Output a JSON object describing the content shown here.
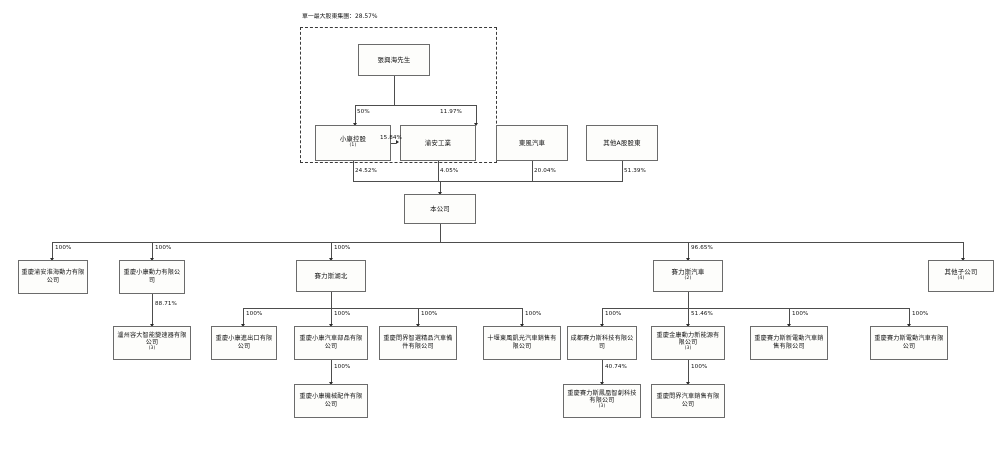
{
  "diagram": {
    "title": "單一最大股東集團：28.57%",
    "shareholder_group_label": "單一最大股東集團：28.57%",
    "nodes": {
      "founder": "張興海先生",
      "xiaokang_holding": "小康控股",
      "xiaokang_holding_note": "(1)",
      "yuan_industry": "渝安工業",
      "dongfeng": "東風汽車",
      "other_a_shareholders": "其他A股股東",
      "company": "本公司",
      "cq_yuanhuai_power": "重慶渝安淮海動力有限公司",
      "cq_xiaokang_power": "重慶小康動力有限公司",
      "seres_hubei": "賽力斯湖北",
      "seres_auto": "賽力斯汽車",
      "seres_auto_note": "(2)",
      "other_subsidiaries": "其他子公司",
      "other_subsidiaries_note": "(4)",
      "luzhou_rongda": "瀘州容大智能變速器有限公司",
      "luzhou_rongda_note": "(3)",
      "cq_xiaokang_import_export": "重慶小康進出口有限公司",
      "cq_xiaokang_auto_parts": "重慶小康汽車部品有限公司",
      "cq_wenjie_zhixuan": "重慶問界智選精品汽車備件有限公司",
      "shiyan_dongfeng": "十堰東風凱光汽車銷售有限公司",
      "cd_seres_tech": "成都賽力斯科技有限公司",
      "cq_jinkang_power_new_energy": "重慶金康動力新能源有限公司",
      "cq_jinkang_power_new_energy_note": "(3)",
      "cq_seres_new_ev_sales": "重慶賽力斯新電動汽車銷售有限公司",
      "cq_seres_ev": "重慶賽力斯電動汽車有限公司",
      "cq_xiaokang_machinery": "重慶小康機械配件有限公司",
      "cq_seres_fenghuang": "重慶賽力斯鳳凰智創科技有限公司",
      "cq_seres_fenghuang_note": "(3)",
      "cq_wenjie_auto_sales": "重慶問界汽車銷售有限公司"
    },
    "edges": {
      "founder_to_xiaokang_holding": "50%",
      "founder_to_yuan_industry": "11.97%",
      "xiaokang_holding_to_yuan_industry": "15.84%",
      "xiaokang_holding_to_company": "24.52%",
      "yuan_industry_to_company": "4.05%",
      "dongfeng_to_company": "20.04%",
      "other_a_to_company": "51.39%",
      "company_to_yuanhuai": "100%",
      "company_to_xiaokang_power": "100%",
      "company_to_seres_hubei": "100%",
      "company_to_seres_auto": "96.65%",
      "company_to_other_subsidiaries": "",
      "xiaokang_power_to_luzhou": "88.71%",
      "seres_hubei_to_import_export": "100%",
      "seres_hubei_to_auto_parts": "100%",
      "seres_hubei_to_wenjie_zhixuan": "100%",
      "seres_hubei_to_shiyan": "100%",
      "auto_parts_to_machinery": "100%",
      "seres_auto_to_cd_tech": "100%",
      "seres_auto_to_jinkang": "51.46%",
      "seres_auto_to_new_ev_sales": "100%",
      "seres_auto_to_cq_seres_ev": "100%",
      "cd_tech_to_fenghuang": "40.74%",
      "jinkang_to_wenjie_sales": "100%"
    }
  }
}
